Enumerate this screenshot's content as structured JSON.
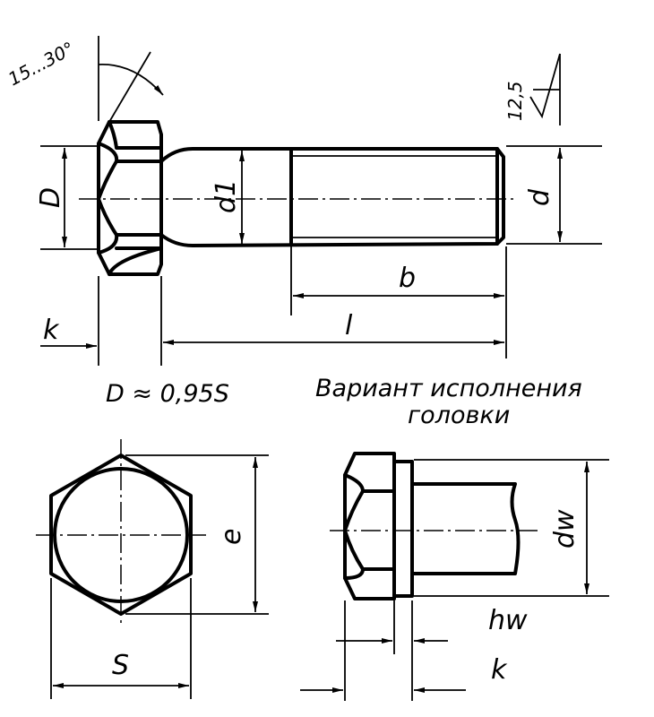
{
  "labels": {
    "angle": "15...30°",
    "roughness": "12,5",
    "head_diameter": "D",
    "shank_diameter": "d1",
    "thread_diameter": "d",
    "thread_length": "b",
    "length": "l",
    "head_height": "k",
    "formula": "D ≈ 0,95S",
    "variant_line1": "Вариант исполнения",
    "variant_line2": "головки",
    "across_corners": "e",
    "across_flats": "S",
    "washer_diameter": "dw",
    "washer_height": "hw",
    "variant_head_height": "k"
  }
}
